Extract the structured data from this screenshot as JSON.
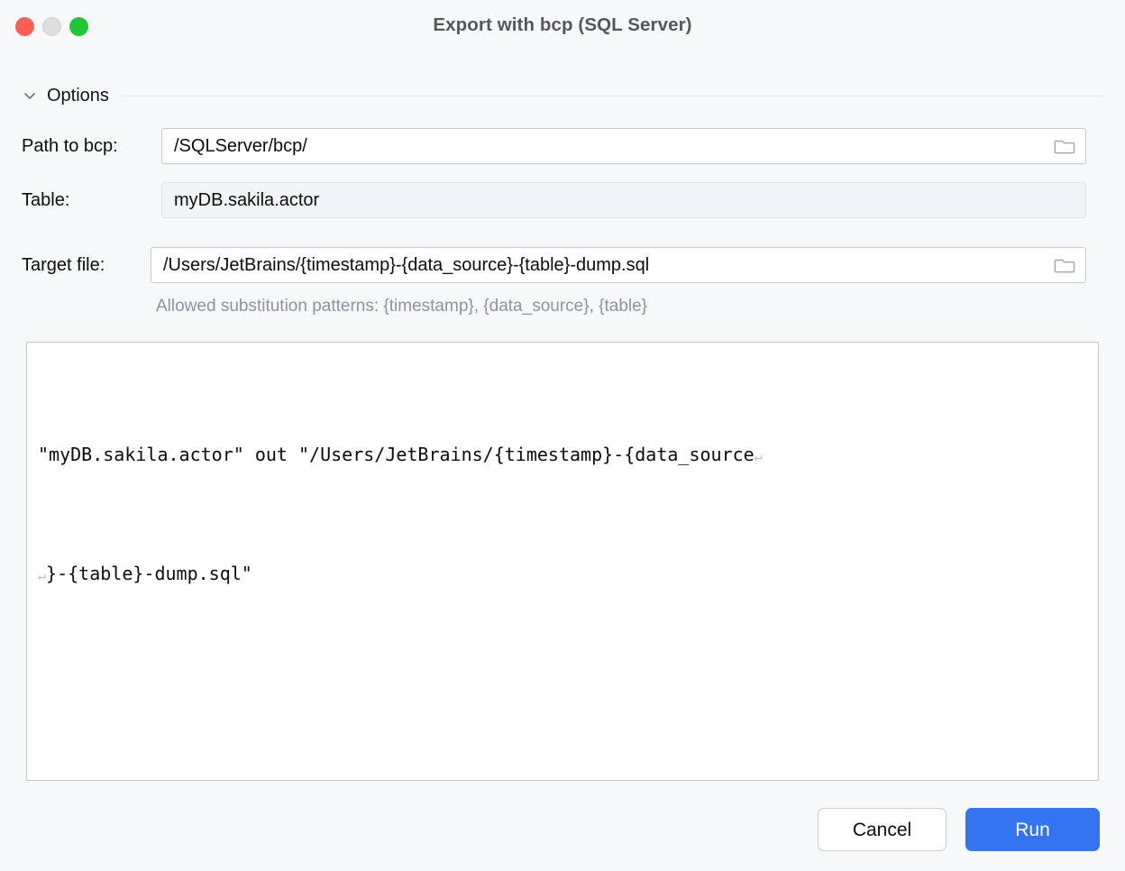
{
  "window": {
    "title": "Export with bcp (SQL Server)",
    "traffic_lights": [
      {
        "name": "close",
        "color": "#FF5F57"
      },
      {
        "name": "minimize",
        "color": "#DEDEDE"
      },
      {
        "name": "zoom",
        "color": "#23C636"
      }
    ]
  },
  "options_section": {
    "label": "Options",
    "expanded": true,
    "chevron_icon": "chevron-down-icon"
  },
  "form": {
    "path_to_bcp": {
      "label": "Path to bcp:",
      "value": "/SQLServer/bcp/",
      "placeholder": "",
      "enabled": true,
      "browse_icon": "folder-icon"
    },
    "table": {
      "label": "Table:",
      "value": "myDB.sakila.actor",
      "placeholder": "",
      "enabled": false
    },
    "target_file": {
      "label": "Target file:",
      "value": "/Users/JetBrains/{timestamp}-{data_source}-{table}-dump.sql",
      "placeholder": "",
      "enabled": true,
      "browse_icon": "folder-icon"
    },
    "hint": "Allowed substitution patterns: {timestamp}, {data_source}, {table}"
  },
  "command_preview": {
    "line1": "\"myDB.sakila.actor\" out \"/Users/JetBrains/{timestamp}-{data_source",
    "line2": "}-{table}-dump.sql\"",
    "wrap_glyph": "↵",
    "full_command": "\"myDB.sakila.actor\" out \"/Users/JetBrains/{timestamp}-{data_source}-{table}-dump.sql\""
  },
  "footer": {
    "cancel_label": "Cancel",
    "run_label": "Run",
    "primary_color": "#3574F0"
  }
}
